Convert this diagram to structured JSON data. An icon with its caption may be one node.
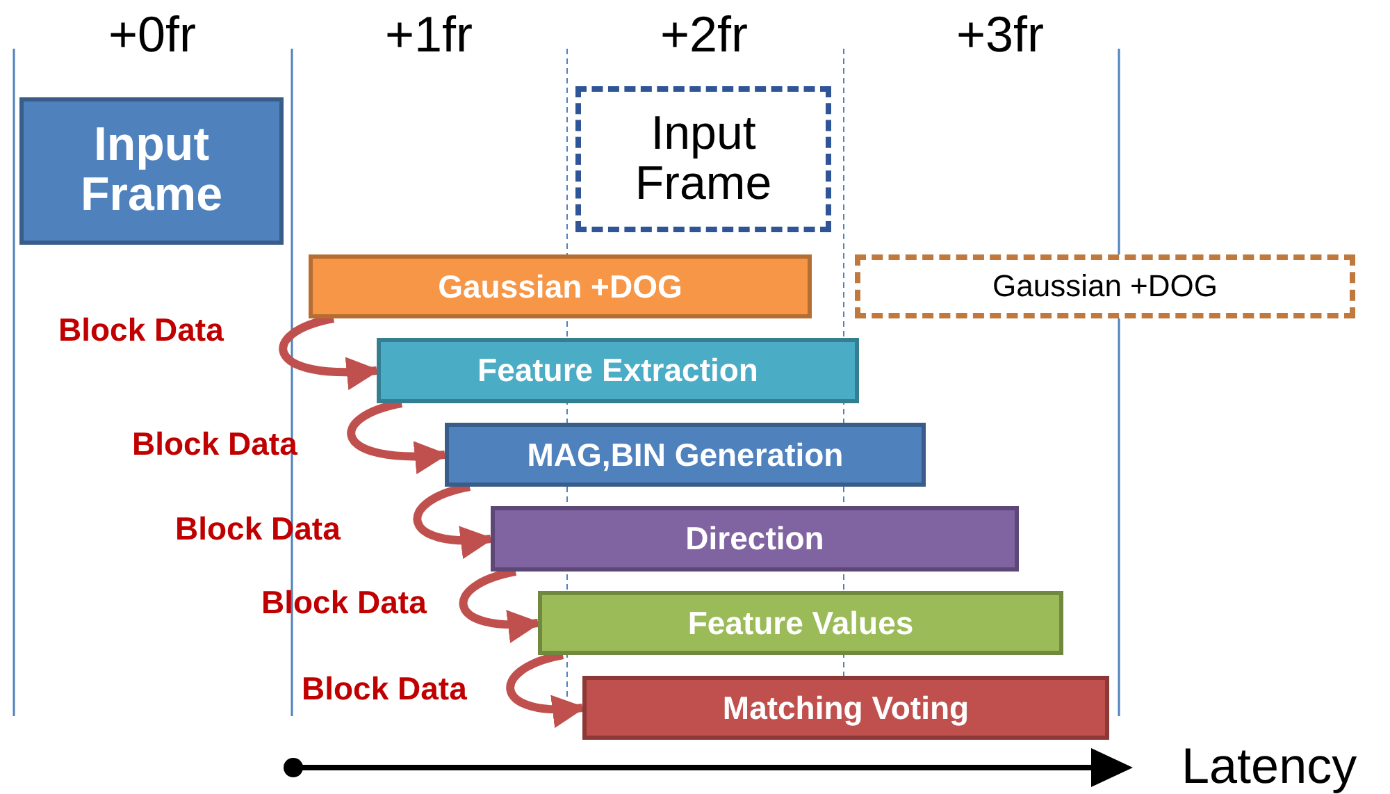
{
  "diagram": {
    "nodes": [
      {
        "text": [
          "Input Frame"
        ]
      },
      {
        "text": [
          "Input Frame"
        ]
      },
      {
        "text": [
          "Gaussian +DOG"
        ]
      },
      {
        "text": [
          "Gaussian +DOG"
        ]
      },
      {
        "text": [
          "Feature Extraction"
        ]
      },
      {
        "text": [
          "MAG,BIN Generation"
        ]
      },
      {
        "text": [
          "Direction"
        ]
      },
      {
        "text": [
          "Feature Values"
        ]
      },
      {
        "text": [
          "Matching Voting"
        ]
      }
    ],
    "edges": [
      {
        "from": 2,
        "to": 4,
        "arrow": "to",
        "label": "Block Data"
      },
      {
        "from": 4,
        "to": 5,
        "arrow": "to",
        "label": "Block Data"
      },
      {
        "from": 5,
        "to": 6,
        "arrow": "to",
        "label": "Block Data"
      },
      {
        "from": 6,
        "to": 7,
        "arrow": "to",
        "label": "Block Data"
      },
      {
        "from": 7,
        "to": 8,
        "arrow": "to",
        "label": "Block Data"
      }
    ],
    "labels": [
      "+0fr",
      "+1fr",
      "+2fr",
      "+3fr",
      "Latency"
    ]
  }
}
